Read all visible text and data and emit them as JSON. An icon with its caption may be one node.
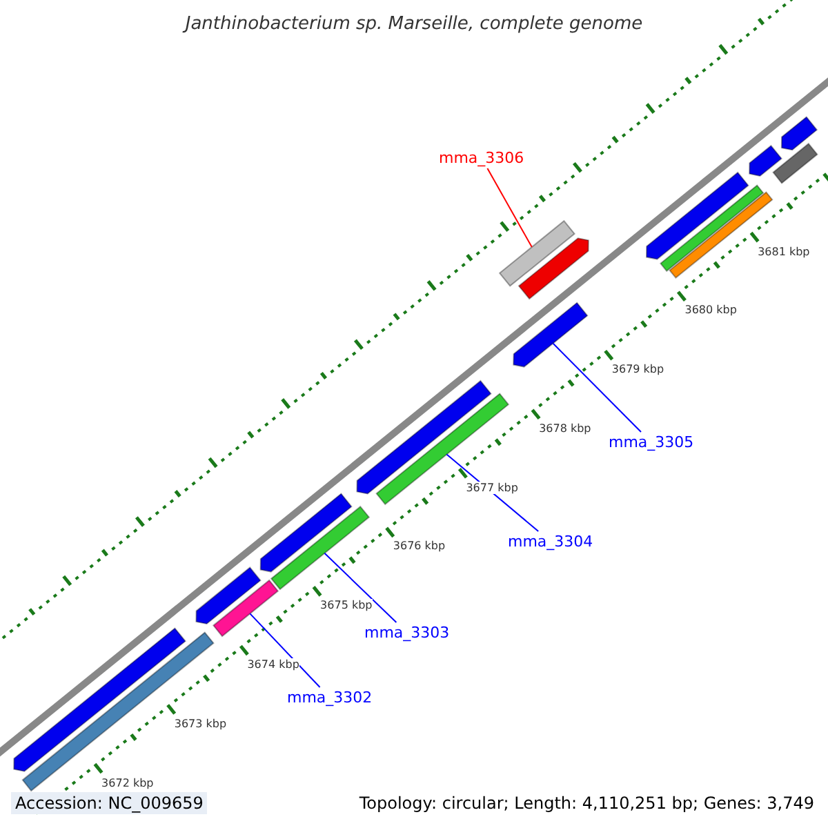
{
  "diagram": {
    "title": "Janthinobacterium sp. Marseille, complete genome",
    "nodes": [
      {
        "text": [
          "mma_3306"
        ]
      },
      {
        "text": [],
        "shape": "bar"
      },
      {
        "text": [
          "mma_3305"
        ]
      },
      {
        "text": [],
        "shape": "arrow"
      },
      {
        "text": [
          "mma_3304"
        ]
      },
      {
        "text": [],
        "shape": "bar"
      },
      {
        "text": [
          "mma_3303"
        ]
      },
      {
        "text": [],
        "shape": "bar"
      },
      {
        "text": [
          "mma_3302"
        ]
      },
      {
        "text": [],
        "shape": "bar"
      },
      {
        "text": [],
        "shape": "arrow"
      },
      {
        "text": [],
        "shape": "bar"
      },
      {
        "text": [],
        "shape": "arrow"
      },
      {
        "text": [],
        "shape": "arrow"
      },
      {
        "text": [],
        "shape": "arrow"
      },
      {
        "text": [],
        "shape": "arrow"
      },
      {
        "text": [],
        "shape": "arrow"
      },
      {
        "text": [],
        "shape": "bar"
      },
      {
        "text": [],
        "shape": "bar"
      },
      {
        "text": [],
        "shape": "arrow"
      },
      {
        "text": [],
        "shape": "bar"
      },
      {
        "text": [],
        "shape": "arrow"
      }
    ],
    "edges": [
      {
        "from": 0,
        "to": 1,
        "arrow": "none",
        "color": "#ff0000"
      },
      {
        "from": 2,
        "to": 3,
        "arrow": "none"
      },
      {
        "from": 4,
        "to": 5,
        "arrow": "none"
      },
      {
        "from": 6,
        "to": 7,
        "arrow": "none"
      },
      {
        "from": 8,
        "to": 9,
        "arrow": "none"
      }
    ],
    "labels": [
      "3672 kbp",
      "3673 kbp",
      "3674 kbp",
      "3675 kbp",
      "3676 kbp",
      "3677 kbp",
      "3678 kbp",
      "3679 kbp",
      "3680 kbp",
      "3681 kbp",
      "Accession: NC_009659",
      "Topology: circular; Length: 4,110,251 bp; Genes: 3,749"
    ]
  }
}
